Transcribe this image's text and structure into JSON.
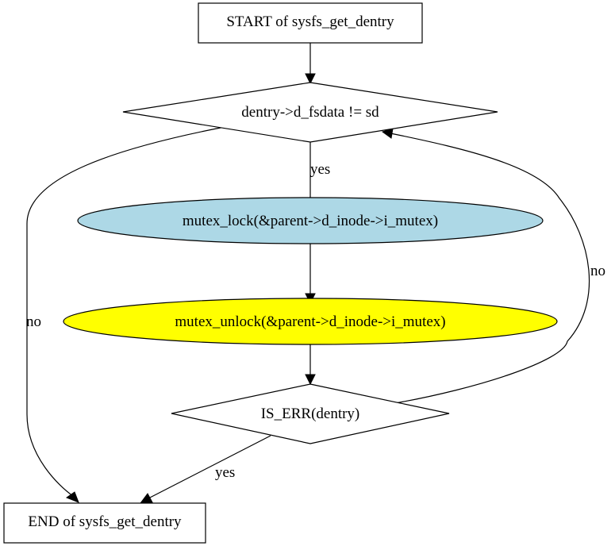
{
  "nodes": {
    "start": {
      "label": "START of sysfs_get_dentry",
      "shape": "box",
      "fill": "#ffffff"
    },
    "cond1": {
      "label": "dentry->d_fsdata != sd",
      "shape": "diamond",
      "fill": "#ffffff"
    },
    "lock": {
      "label": "mutex_lock(&parent->d_inode->i_mutex)",
      "shape": "ellipse",
      "fill": "#add8e6"
    },
    "unlock": {
      "label": "mutex_unlock(&parent->d_inode->i_mutex)",
      "shape": "ellipse",
      "fill": "#ffff00"
    },
    "cond2": {
      "label": "IS_ERR(dentry)",
      "shape": "diamond",
      "fill": "#ffffff"
    },
    "end": {
      "label": "END of sysfs_get_dentry",
      "shape": "box",
      "fill": "#ffffff"
    }
  },
  "edges": [
    {
      "id": "start-cond1",
      "from": "start",
      "to": "cond1",
      "label": ""
    },
    {
      "id": "cond1-lock",
      "from": "cond1",
      "to": "lock",
      "label": "yes"
    },
    {
      "id": "cond1-end",
      "from": "cond1",
      "to": "end",
      "label": "no"
    },
    {
      "id": "lock-unlock",
      "from": "lock",
      "to": "unlock",
      "label": ""
    },
    {
      "id": "unlock-cond2",
      "from": "unlock",
      "to": "cond2",
      "label": ""
    },
    {
      "id": "cond2-end",
      "from": "cond2",
      "to": "end",
      "label": "yes"
    },
    {
      "id": "cond2-cond1",
      "from": "cond2",
      "to": "cond1",
      "label": "no"
    }
  ]
}
